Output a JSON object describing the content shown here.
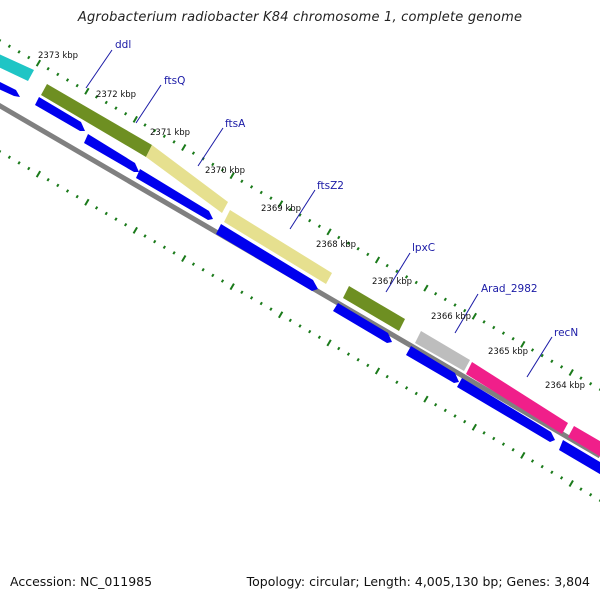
{
  "title": "Agrobacterium radiobacter K84 chromosome 1, complete genome",
  "accession": "Accession: NC_011985",
  "summary": "Topology: circular; Length: 4,005,130 bp; Genes: 3,804",
  "colors": {
    "backbone": "#808080",
    "cds_arrow": "#0000ee",
    "label": "#1a1aa6",
    "tick": "#1a7a1a",
    "cyan": "#1fc5c5",
    "olive": "#6e8f22",
    "khaki": "#e6e08f",
    "grey": "#bdbdbd",
    "magenta": "#f01f8a"
  },
  "kbp_labels": [
    "2373 kbp",
    "2372 kbp",
    "2371 kbp",
    "2370 kbp",
    "2369 kbp",
    "2368 kbp",
    "2367 kbp",
    "2366 kbp",
    "2365 kbp",
    "2364 kbp"
  ],
  "genes": [
    {
      "name": "ddl",
      "color": "olive"
    },
    {
      "name": "ftsQ",
      "color": "khaki"
    },
    {
      "name": "ftsA",
      "color": "khaki"
    },
    {
      "name": "ftsZ2",
      "color": "olive"
    },
    {
      "name": "lpxC",
      "color": "grey"
    },
    {
      "name": "Arad_2982",
      "color": "magenta"
    },
    {
      "name": "recN",
      "color": "magenta"
    }
  ]
}
